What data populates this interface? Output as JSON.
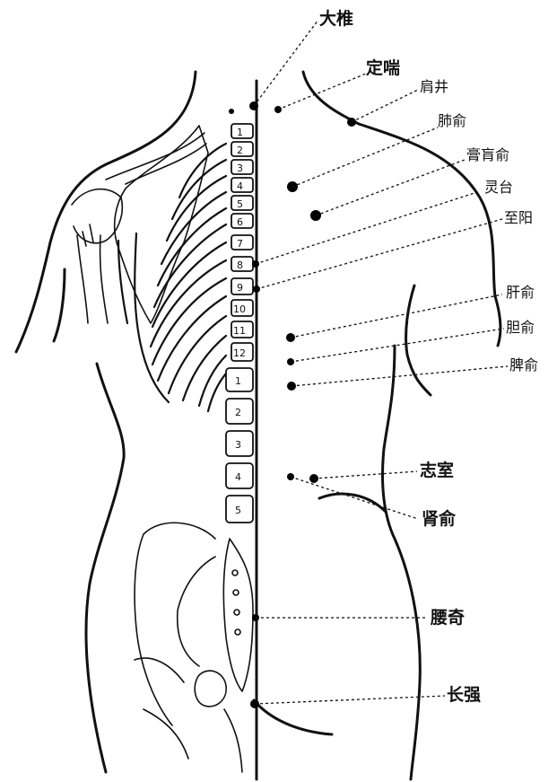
{
  "acupoints": {
    "dazhui": "大椎",
    "dingchuan": "定喘",
    "jianjing": "肩井",
    "feishu": "肺俞",
    "gaohuangshu": "膏肓俞",
    "lingtai": "灵台",
    "zhiyang": "至阳",
    "ganshu": "肝俞",
    "danshu": "胆俞",
    "pishu": "脾俞",
    "zhishi": "志室",
    "shenshu": "肾俞",
    "yaoqi": "腰奇",
    "changqiang": "长强"
  },
  "vertebrae": {
    "thoracic": [
      "1",
      "2",
      "3",
      "4",
      "5",
      "6",
      "7",
      "8",
      "9",
      "10",
      "11",
      "12"
    ],
    "lumbar": [
      "1",
      "2",
      "3",
      "4",
      "5"
    ]
  }
}
